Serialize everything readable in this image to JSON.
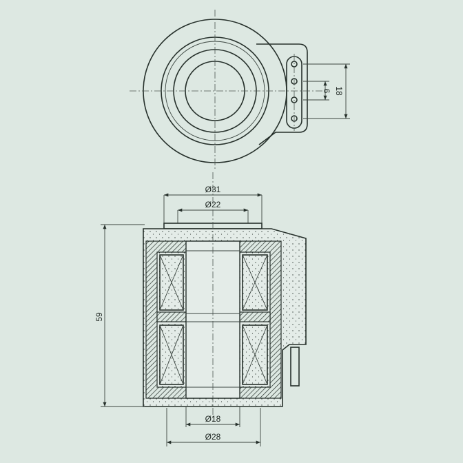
{
  "dimensions": {
    "outer_diameter": "Ø31",
    "flange_diameter": "Ø22",
    "height": "59",
    "bore_diameter": "Ø18",
    "base_diameter": "Ø28",
    "pin_pitch": "6",
    "pin_span": "18"
  }
}
